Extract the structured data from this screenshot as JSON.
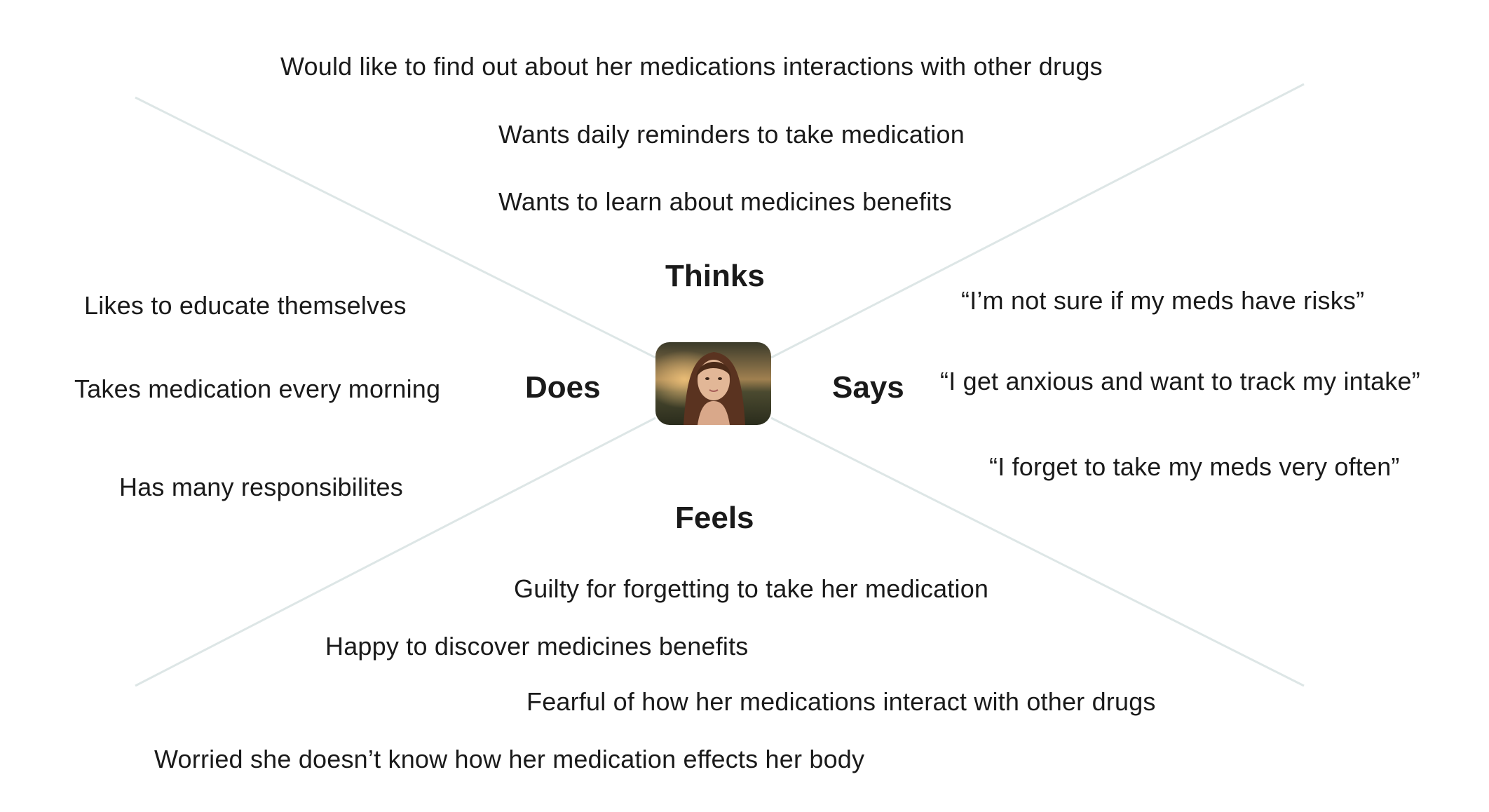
{
  "center": {
    "avatar": "persona-photo"
  },
  "quadrants": {
    "thinks": {
      "title": "Thinks",
      "items": [
        "Would like to find out about her medications interactions with other drugs",
        "Wants daily reminders to take medication",
        "Wants to learn about medicines benefits"
      ]
    },
    "does": {
      "title": "Does",
      "items": [
        "Likes to educate themselves",
        "Takes medication every morning",
        "Has many  responsibilites"
      ]
    },
    "says": {
      "title": "Says",
      "items": [
        "“I’m not sure if my meds have risks”",
        "“I get anxious and want to track my intake”",
        "“I forget to take my meds very often”"
      ]
    },
    "feels": {
      "title": "Feels",
      "items": [
        "Guilty for forgetting to take her medication",
        "Happy to discover medicines benefits",
        "Fearful of how her medications interact with other drugs",
        "Worried she doesn’t know how her medication effects her body"
      ]
    }
  },
  "colors": {
    "divider": "#dde6e6",
    "text": "#1a1a1a"
  }
}
